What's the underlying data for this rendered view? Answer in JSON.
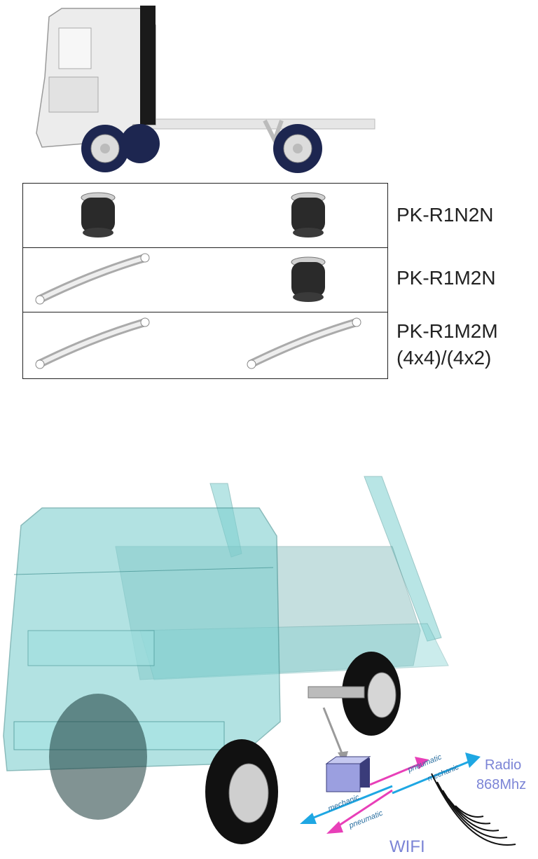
{
  "configurations": [
    {
      "code": "PK-R1N2N",
      "sub": "",
      "front": "air-spring",
      "rear": "air-spring"
    },
    {
      "code": "PK-R1M2N",
      "sub": "",
      "front": "leaf-spring",
      "rear": "air-spring"
    },
    {
      "code": "PK-R1M2M",
      "sub": "(4x4)/(4x2)",
      "front": "leaf-spring",
      "rear": "leaf-spring"
    }
  ],
  "diagram": {
    "radio_label_1": "Radio",
    "radio_label_2": "868Mhz",
    "wifi_label": "WIFI",
    "arrows": [
      {
        "label": "pneumatic",
        "color": "#e83fb8"
      },
      {
        "label": "mechanic",
        "color": "#1ea7e3"
      },
      {
        "label": "mechanic",
        "color": "#1ea7e3"
      },
      {
        "label": "pneumatic",
        "color": "#e83fb8"
      }
    ]
  },
  "colors": {
    "truck_body": "#eeeeee",
    "tyre": "#1d2650",
    "glass_truck": "#7fd0d0",
    "sensor_box": "#7b7fc4",
    "label_blue": "#7b84d6",
    "pneumatic": "#e83fb8",
    "mechanic": "#1ea7e3"
  },
  "icons": [
    "truck-side-icon",
    "air-spring-icon",
    "leaf-spring-icon",
    "radio-waves-icon",
    "sensor-box-icon"
  ]
}
